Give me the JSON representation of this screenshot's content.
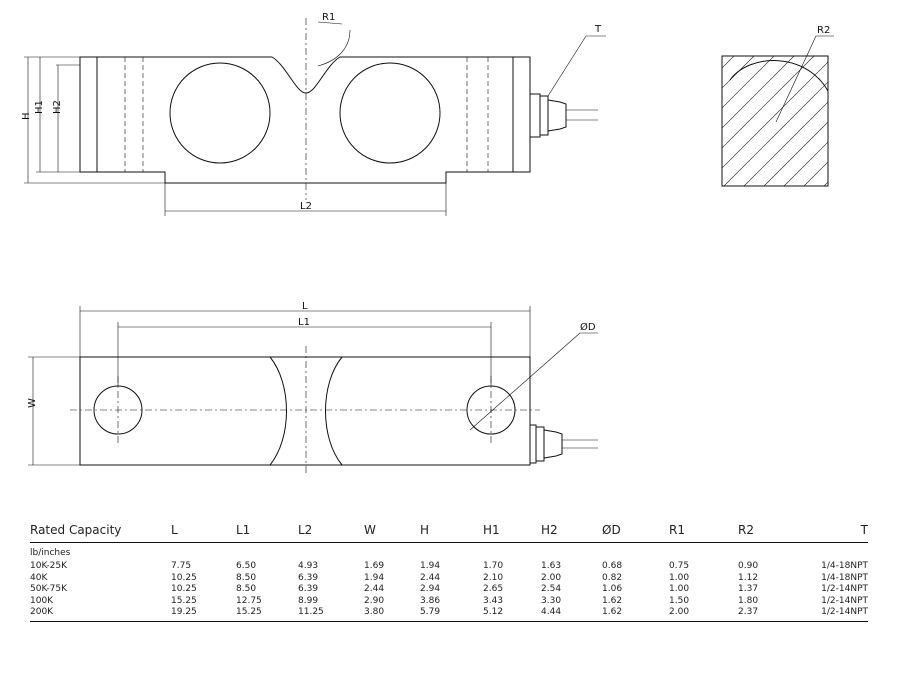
{
  "labels": {
    "H": "H",
    "H1": "H1",
    "H2": "H2",
    "L2": "L2",
    "R1": "R1",
    "T": "T",
    "R2": "R2",
    "L": "L",
    "L1": "L1",
    "W": "W",
    "D": "ØD"
  },
  "table": {
    "headers": [
      "Rated Capacity",
      "L",
      "L1",
      "L2",
      "W",
      "H",
      "H1",
      "H2",
      "ØD",
      "R1",
      "R2",
      "T"
    ],
    "units": "lb/inches",
    "rows": [
      [
        "10K-25K",
        "7.75",
        "6.50",
        "4.93",
        "1.69",
        "1.94",
        "1.70",
        "1.63",
        "0.68",
        "0.75",
        "0.90",
        "1/4-18NPT"
      ],
      [
        "40K",
        "10.25",
        "8.50",
        "6.39",
        "1.94",
        "2.44",
        "2.10",
        "2.00",
        "0.82",
        "1.00",
        "1.12",
        "1/4-18NPT"
      ],
      [
        "50K-75K",
        "10.25",
        "8.50",
        "6.39",
        "2.44",
        "2.94",
        "2.65",
        "2.54",
        "1.06",
        "1.00",
        "1.37",
        "1/2-14NPT"
      ],
      [
        "100K",
        "15.25",
        "12.75",
        "8.99",
        "2.90",
        "3.86",
        "3.43",
        "3.30",
        "1.62",
        "1.50",
        "1.80",
        "1/2-14NPT"
      ],
      [
        "200K",
        "19.25",
        "15.25",
        "11.25",
        "3.80",
        "5.79",
        "5.12",
        "4.44",
        "1.62",
        "2.00",
        "2.37",
        "1/2-14NPT"
      ]
    ]
  }
}
